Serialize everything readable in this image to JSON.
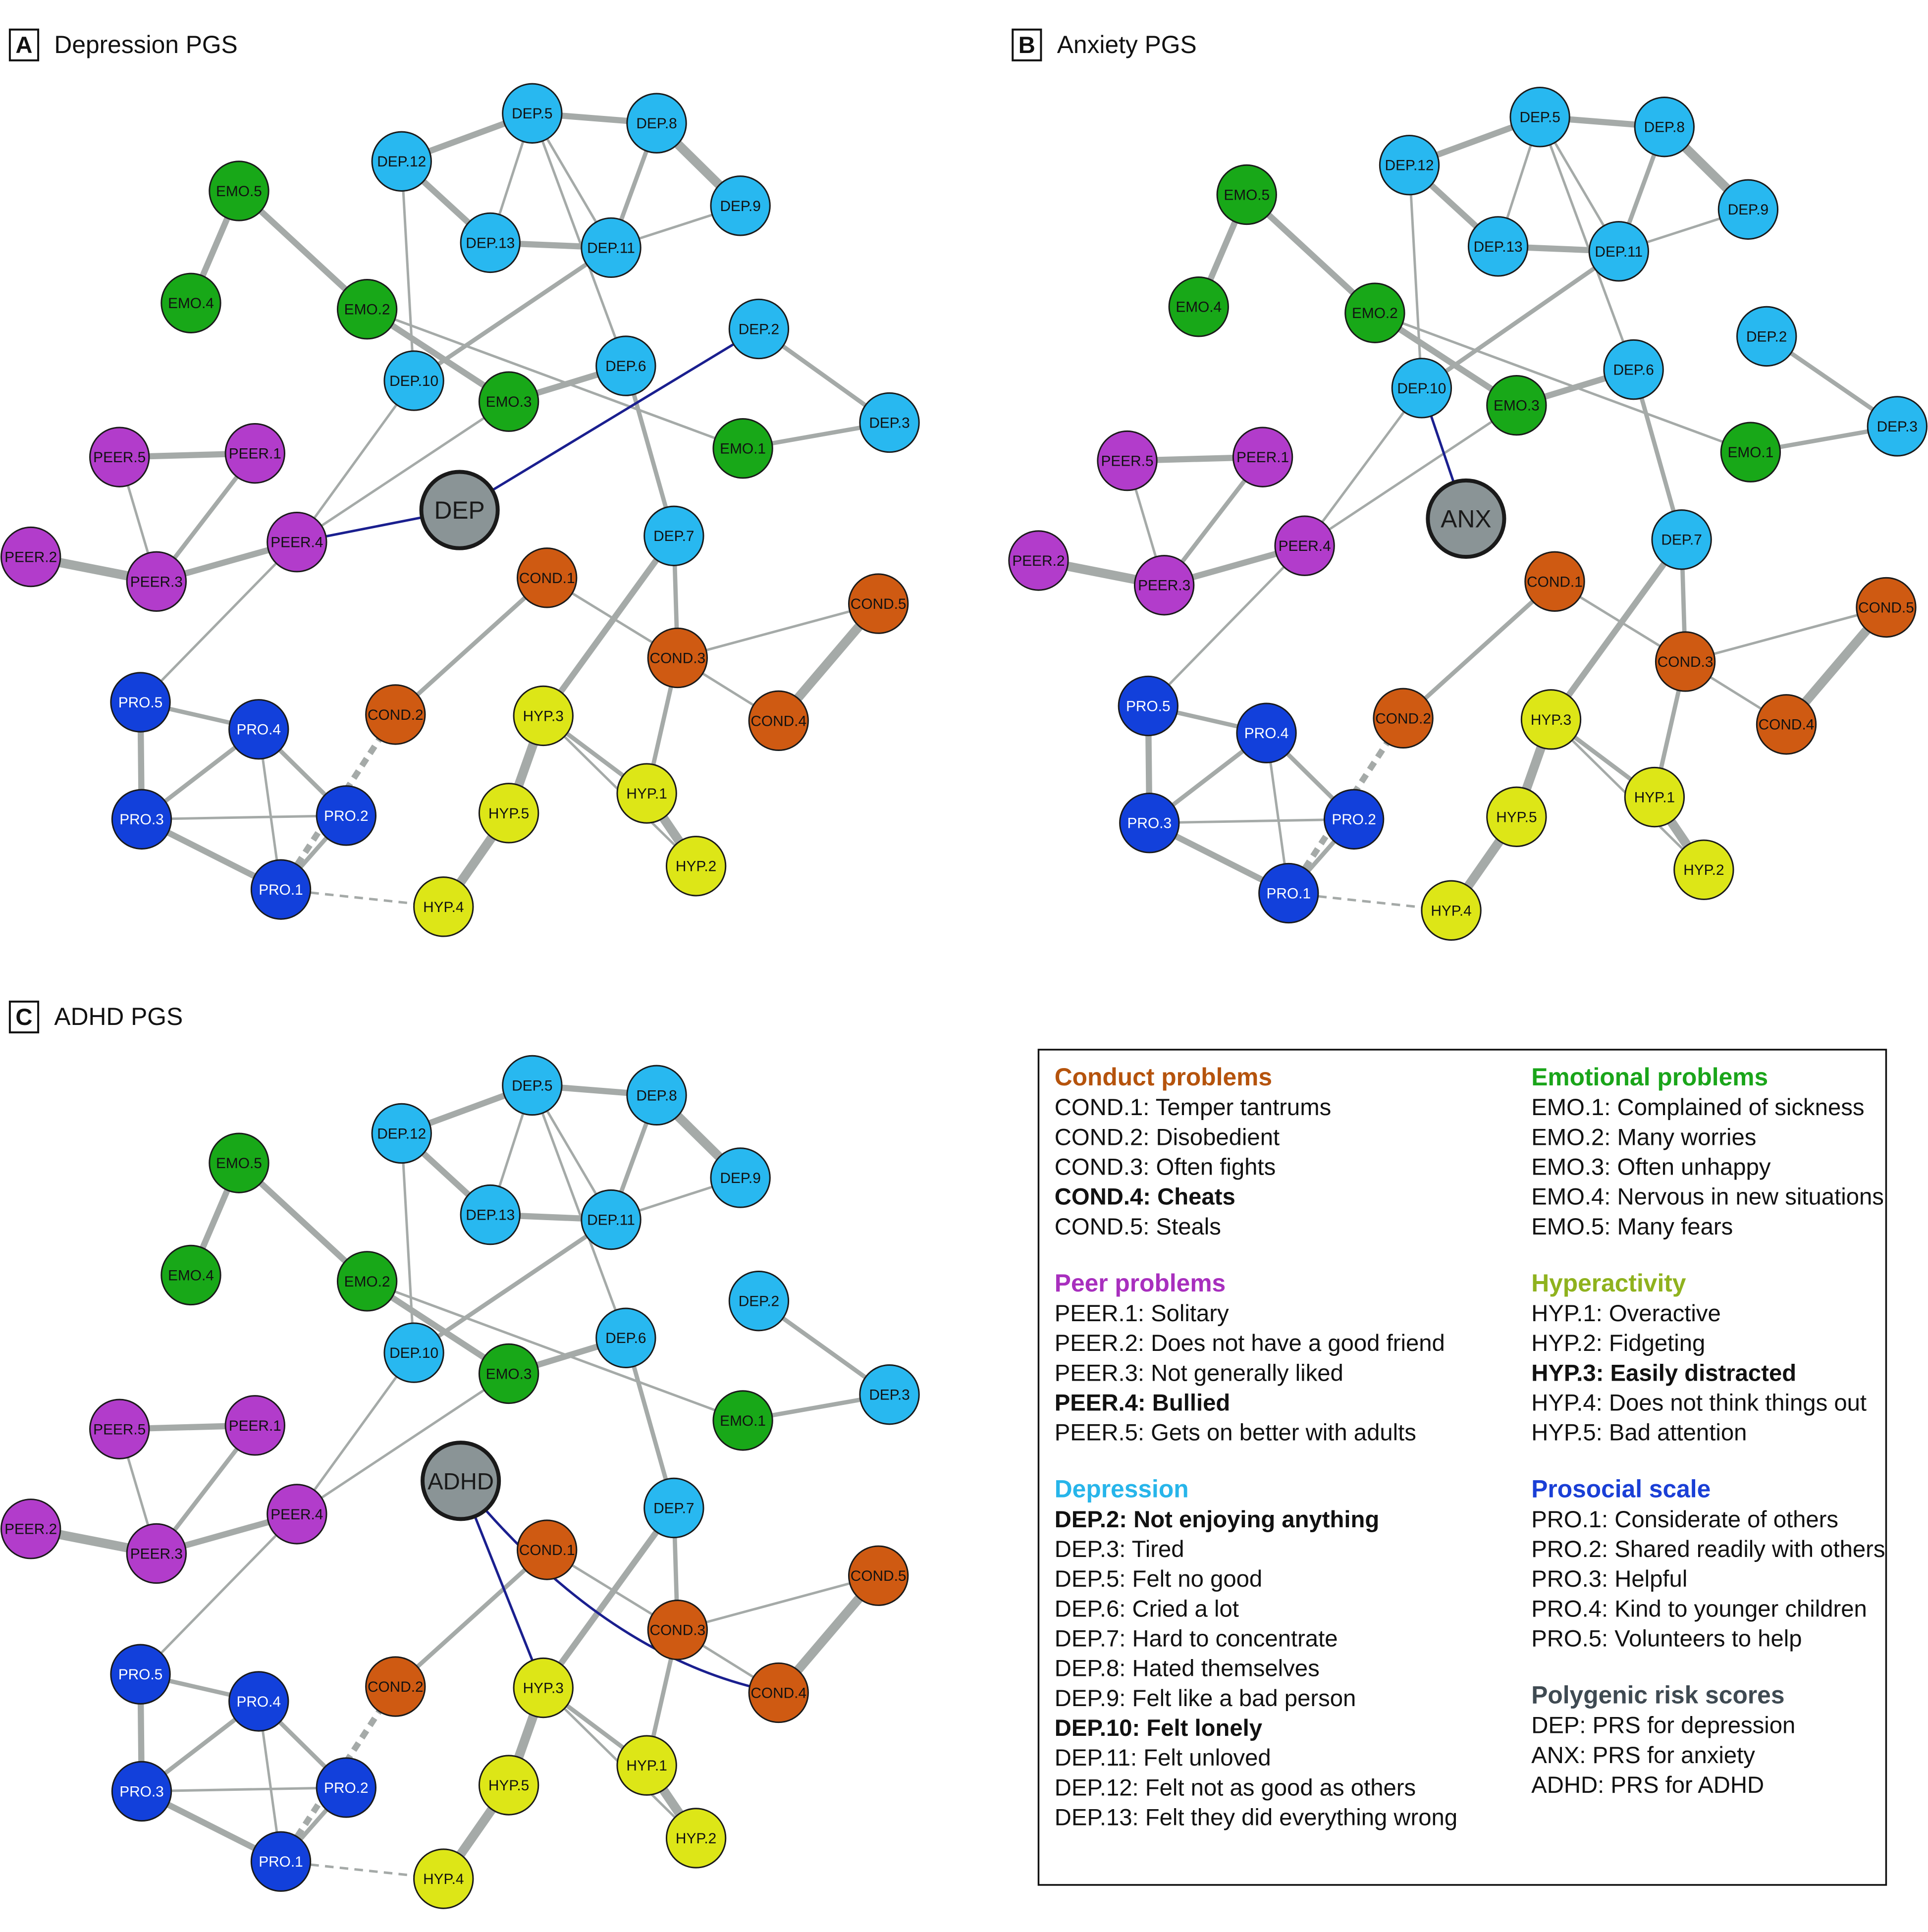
{
  "figure": {
    "panels": [
      {
        "id": "A",
        "tag": "A",
        "title": "Depression PGS",
        "pgs_node": "DEP",
        "pgs_edges": [
          {
            "from": "DEP",
            "to": "PEER.4"
          },
          {
            "from": "DEP",
            "to": "DEP.2"
          }
        ]
      },
      {
        "id": "B",
        "tag": "B",
        "title": "Anxiety PGS",
        "pgs_node": "ANX",
        "pgs_edges": [
          {
            "from": "ANX",
            "to": "DEP.10"
          }
        ]
      },
      {
        "id": "C",
        "tag": "C",
        "title": "ADHD PGS",
        "pgs_node": "ADHD",
        "pgs_edges": [
          {
            "from": "ADHD",
            "to": "HYP.3"
          },
          {
            "from": "ADHD",
            "to": "COND.4",
            "curved": true
          }
        ]
      }
    ],
    "edges": [
      {
        "from": "DEP.5",
        "to": "DEP.12",
        "strength": "strong"
      },
      {
        "from": "DEP.5",
        "to": "DEP.8",
        "strength": "strong"
      },
      {
        "from": "DEP.5",
        "to": "DEP.13",
        "strength": "weak"
      },
      {
        "from": "DEP.5",
        "to": "DEP.11",
        "strength": "weak"
      },
      {
        "from": "DEP.5",
        "to": "DEP.6",
        "strength": "weak"
      },
      {
        "from": "DEP.8",
        "to": "DEP.9",
        "strength": "very-strong"
      },
      {
        "from": "DEP.8",
        "to": "DEP.11",
        "strength": "medium"
      },
      {
        "from": "DEP.12",
        "to": "DEP.13",
        "strength": "strong"
      },
      {
        "from": "DEP.12",
        "to": "DEP.10",
        "strength": "weak"
      },
      {
        "from": "DEP.13",
        "to": "DEP.11",
        "strength": "strong"
      },
      {
        "from": "DEP.11",
        "to": "DEP.9",
        "strength": "weak"
      },
      {
        "from": "DEP.11",
        "to": "DEP.10",
        "strength": "medium"
      },
      {
        "from": "EMO.5",
        "to": "EMO.4",
        "strength": "strong"
      },
      {
        "from": "EMO.5",
        "to": "EMO.2",
        "strength": "strong"
      },
      {
        "from": "EMO.2",
        "to": "EMO.3",
        "strength": "strong"
      },
      {
        "from": "EMO.2",
        "to": "EMO.1",
        "strength": "weak"
      },
      {
        "from": "EMO.3",
        "to": "DEP.6",
        "strength": "strong"
      },
      {
        "from": "EMO.3",
        "to": "PEER.4",
        "strength": "weak"
      },
      {
        "from": "EMO.1",
        "to": "DEP.3",
        "strength": "medium"
      },
      {
        "from": "DEP.2",
        "to": "DEP.3",
        "strength": "medium"
      },
      {
        "from": "DEP.6",
        "to": "DEP.7",
        "strength": "medium"
      },
      {
        "from": "DEP.10",
        "to": "PEER.4",
        "strength": "weak"
      },
      {
        "from": "PEER.5",
        "to": "PEER.1",
        "strength": "strong"
      },
      {
        "from": "PEER.5",
        "to": "PEER.3",
        "strength": "weak"
      },
      {
        "from": "PEER.1",
        "to": "PEER.3",
        "strength": "medium"
      },
      {
        "from": "PEER.2",
        "to": "PEER.3",
        "strength": "very-strong"
      },
      {
        "from": "PEER.3",
        "to": "PEER.4",
        "strength": "strong"
      },
      {
        "from": "PEER.4",
        "to": "PRO.5",
        "strength": "weak"
      },
      {
        "from": "DEP.7",
        "to": "HYP.3",
        "strength": "strong"
      },
      {
        "from": "DEP.7",
        "to": "COND.3",
        "strength": "medium"
      },
      {
        "from": "COND.1",
        "to": "COND.3",
        "strength": "weak"
      },
      {
        "from": "COND.3",
        "to": "COND.5",
        "strength": "weak"
      },
      {
        "from": "COND.3",
        "to": "COND.4",
        "strength": "weak"
      },
      {
        "from": "COND.3",
        "to": "HYP.1",
        "strength": "medium"
      },
      {
        "from": "COND.5",
        "to": "COND.4",
        "strength": "very-strong"
      },
      {
        "from": "COND.1",
        "to": "COND.2",
        "strength": "medium"
      },
      {
        "from": "HYP.3",
        "to": "HYP.5",
        "strength": "very-strong"
      },
      {
        "from": "HYP.3",
        "to": "HYP.1",
        "strength": "medium"
      },
      {
        "from": "HYP.3",
        "to": "HYP.2",
        "strength": "weak"
      },
      {
        "from": "HYP.1",
        "to": "HYP.2",
        "strength": "very-strong"
      },
      {
        "from": "HYP.5",
        "to": "HYP.4",
        "strength": "very-strong"
      },
      {
        "from": "PRO.5",
        "to": "PRO.4",
        "strength": "medium"
      },
      {
        "from": "PRO.5",
        "to": "PRO.3",
        "strength": "strong"
      },
      {
        "from": "PRO.4",
        "to": "PRO.3",
        "strength": "medium"
      },
      {
        "from": "PRO.4",
        "to": "PRO.2",
        "strength": "medium"
      },
      {
        "from": "PRO.4",
        "to": "PRO.1",
        "strength": "weak"
      },
      {
        "from": "PRO.3",
        "to": "PRO.2",
        "strength": "weak"
      },
      {
        "from": "PRO.3",
        "to": "PRO.1",
        "strength": "strong"
      },
      {
        "from": "PRO.2",
        "to": "PRO.1",
        "strength": "medium"
      },
      {
        "from": "PRO.1",
        "to": "COND.2",
        "strength": "strong",
        "dashed": true
      },
      {
        "from": "PRO.1",
        "to": "HYP.4",
        "strength": "weak",
        "dashed": true
      }
    ],
    "legend": {
      "left": [
        {
          "heading": "Conduct problems",
          "color": "#b5530c",
          "items": [
            {
              "text": "COND.1: Temper tantrums",
              "bold": false
            },
            {
              "text": "COND.2: Disobedient",
              "bold": false
            },
            {
              "text": "COND.3: Often fights",
              "bold": false
            },
            {
              "text": "COND.4: Cheats",
              "bold": true
            },
            {
              "text": "COND.5: Steals",
              "bold": false
            }
          ]
        },
        {
          "heading": "Peer problems",
          "color": "#a82fbe",
          "items": [
            {
              "text": "PEER.1: Solitary",
              "bold": false
            },
            {
              "text": "PEER.2: Does not have a good friend",
              "bold": false
            },
            {
              "text": "PEER.3: Not generally liked",
              "bold": false
            },
            {
              "text": "PEER.4: Bullied",
              "bold": true
            },
            {
              "text": "PEER.5: Gets on better with adults",
              "bold": false
            }
          ]
        },
        {
          "heading": "Depression",
          "color": "#27b5ea",
          "items": [
            {
              "text": "DEP.2: Not enjoying anything",
              "bold": true
            },
            {
              "text": "DEP.3: Tired",
              "bold": false
            },
            {
              "text": "DEP.5: Felt no good",
              "bold": false
            },
            {
              "text": "DEP.6: Cried a lot",
              "bold": false
            },
            {
              "text": "DEP.7: Hard to concentrate",
              "bold": false
            },
            {
              "text": "DEP.8: Hated themselves",
              "bold": false
            },
            {
              "text": "DEP.9: Felt like a bad person",
              "bold": false
            },
            {
              "text": "DEP.10: Felt lonely",
              "bold": true
            },
            {
              "text": "DEP.11: Felt unloved",
              "bold": false
            },
            {
              "text": "DEP.12: Felt not as good as others",
              "bold": false
            },
            {
              "text": "DEP.13: Felt they did everything wrong",
              "bold": false
            }
          ]
        }
      ],
      "right": [
        {
          "heading": "Emotional problems",
          "color": "#1aa51a",
          "items": [
            {
              "text": "EMO.1: Complained of sickness",
              "bold": false
            },
            {
              "text": "EMO.2: Many worries",
              "bold": false
            },
            {
              "text": "EMO.3: Often unhappy",
              "bold": false
            },
            {
              "text": "EMO.4: Nervous in new situations",
              "bold": false
            },
            {
              "text": "EMO.5: Many fears",
              "bold": false
            }
          ]
        },
        {
          "heading": "Hyperactivity",
          "color": "#8fb21e",
          "items": [
            {
              "text": "HYP.1: Overactive",
              "bold": false
            },
            {
              "text": "HYP.2: Fidgeting",
              "bold": false
            },
            {
              "text": "HYP.3: Easily distracted",
              "bold": true
            },
            {
              "text": "HYP.4: Does not think things out",
              "bold": false
            },
            {
              "text": "HYP.5: Bad attention",
              "bold": false
            }
          ]
        },
        {
          "heading": "Prosocial scale",
          "color": "#1a3fd6",
          "items": [
            {
              "text": "PRO.1: Considerate of others",
              "bold": false
            },
            {
              "text": "PRO.2: Shared readily with others",
              "bold": false
            },
            {
              "text": "PRO.3: Helpful",
              "bold": false
            },
            {
              "text": "PRO.4: Kind to younger children",
              "bold": false
            },
            {
              "text": "PRO.5: Volunteers to help",
              "bold": false
            }
          ]
        },
        {
          "heading": "Polygenic risk scores",
          "color": "#3f4a52",
          "items": [
            {
              "text": "DEP: PRS for depression",
              "bold": false
            },
            {
              "text": "ANX: PRS for anxiety",
              "bold": false
            },
            {
              "text": "ADHD: PRS for ADHD",
              "bold": false
            }
          ]
        }
      ]
    },
    "colors": {
      "COND": "#cf5a12",
      "PEER": "#b23ccb",
      "DEP": "#28b8f0",
      "EMO": "#18a818",
      "HYP": "#dde617",
      "PRO": "#1240db",
      "PGS": "#8a9496",
      "edge": "#a5aaa8",
      "pgs_edge": "#1a1f8f"
    }
  }
}
